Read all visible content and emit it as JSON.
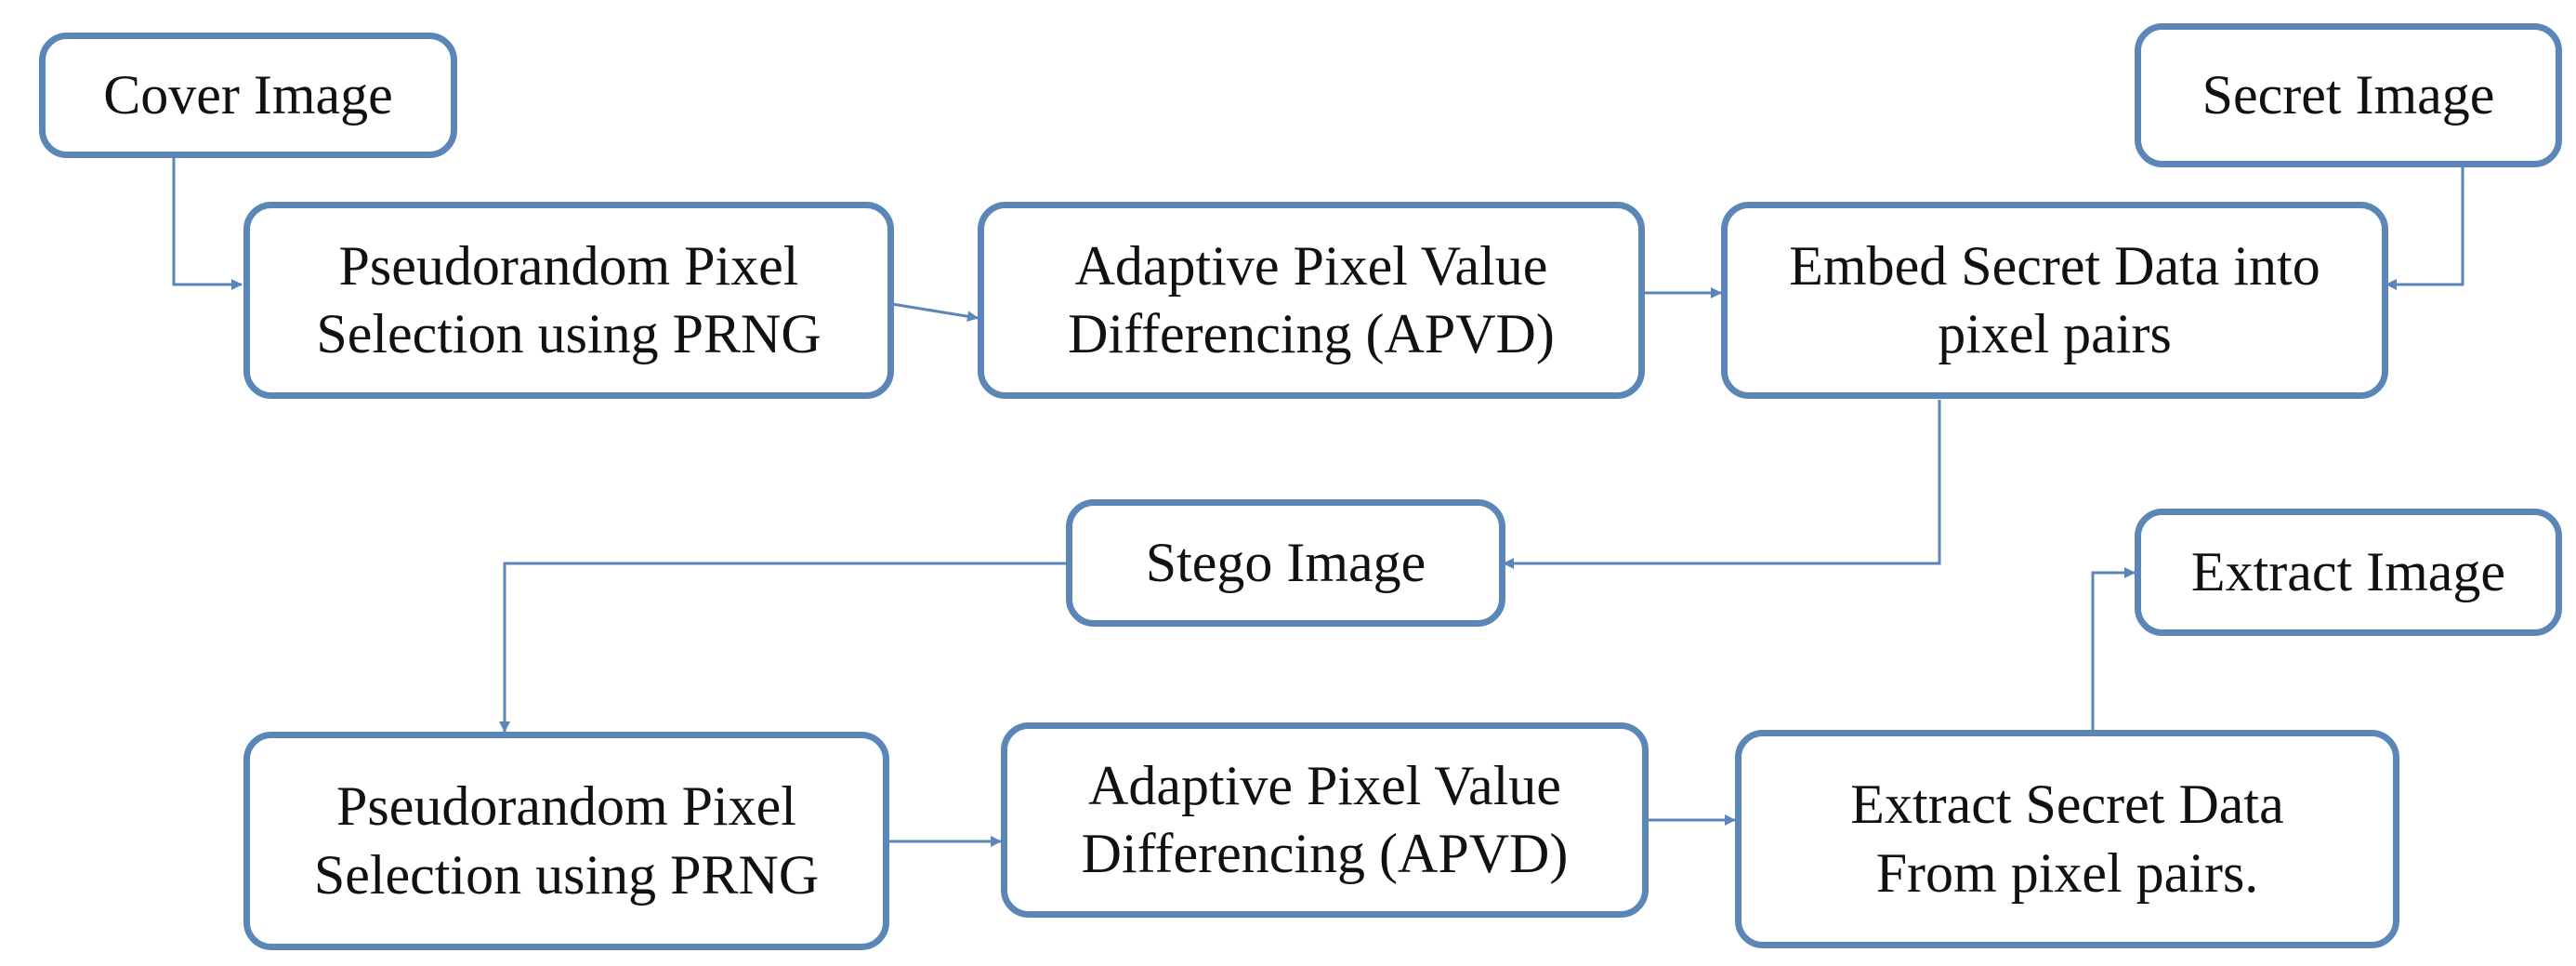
{
  "diagram": {
    "stroke_color": "#5b86b8",
    "text_color": "#111111",
    "nodes": {
      "cover_image": "Cover Image",
      "secret_image": "Secret Image",
      "prng_embed": [
        "Pseudorandom Pixel",
        "Selection using PRNG"
      ],
      "apvd_embed": [
        "Adaptive Pixel Value",
        "Differencing (APVD)"
      ],
      "embed_data": [
        "Embed Secret Data into",
        "pixel pairs"
      ],
      "stego_image": "Stego Image",
      "extract_image": "Extract Image",
      "prng_extract": [
        "Pseudorandom Pixel",
        "Selection using PRNG"
      ],
      "apvd_extract": [
        "Adaptive Pixel Value",
        "Differencing (APVD)"
      ],
      "extract_data": [
        "Extract Secret Data",
        "From pixel pairs."
      ]
    },
    "edges": [
      {
        "from": "cover_image",
        "to": "prng_embed"
      },
      {
        "from": "prng_embed",
        "to": "apvd_embed"
      },
      {
        "from": "apvd_embed",
        "to": "embed_data"
      },
      {
        "from": "secret_image",
        "to": "embed_data"
      },
      {
        "from": "embed_data",
        "to": "stego_image"
      },
      {
        "from": "stego_image",
        "to": "prng_extract"
      },
      {
        "from": "prng_extract",
        "to": "apvd_extract"
      },
      {
        "from": "apvd_extract",
        "to": "extract_data"
      },
      {
        "from": "extract_data",
        "to": "extract_image"
      }
    ]
  }
}
